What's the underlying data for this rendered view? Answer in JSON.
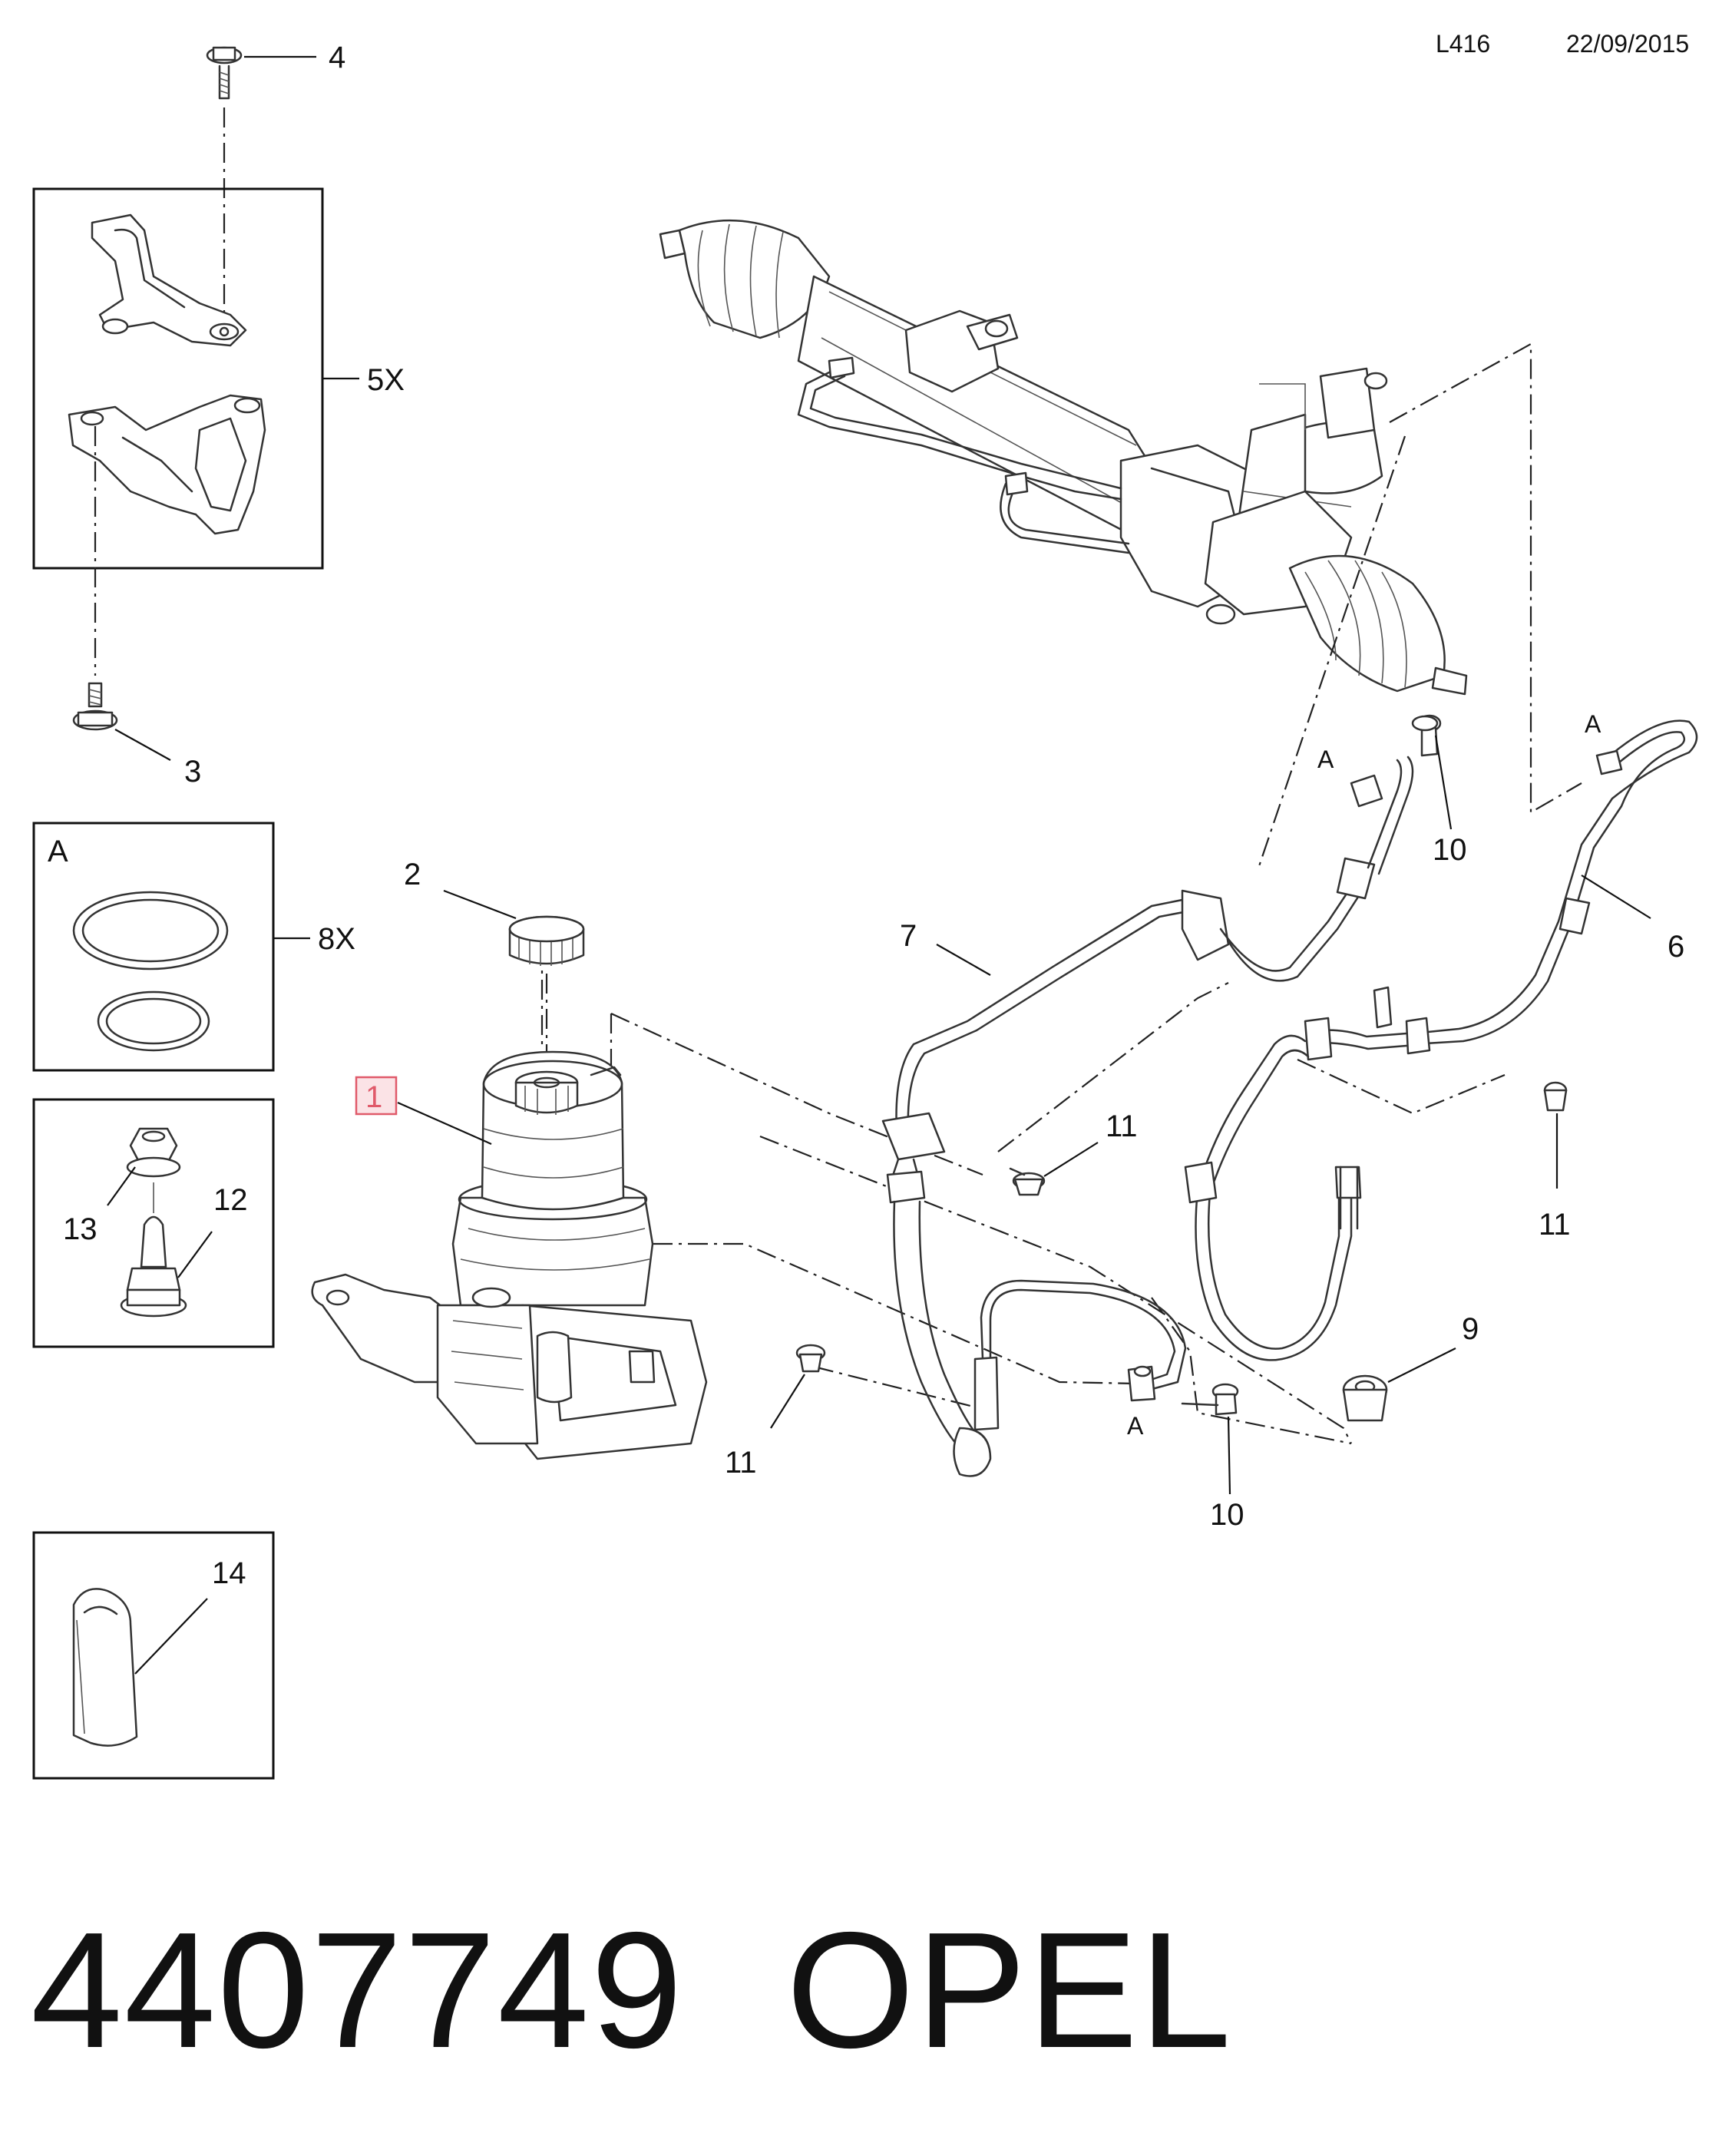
{
  "header": {
    "code": "L416",
    "date": "22/09/2015"
  },
  "callouts": {
    "c1": "1",
    "c2": "2",
    "c3": "3",
    "c4": "4",
    "c5x": "5X",
    "c6": "6",
    "c7": "7",
    "c8x": "8X",
    "c9": "9",
    "c10a": "10",
    "c10b": "10",
    "c11a": "11",
    "c11b": "11",
    "c11c": "11",
    "c12": "12",
    "c13": "13",
    "c14": "14"
  },
  "markers": {
    "a_box": "A",
    "a_joint1": "A",
    "a_joint2": "A",
    "a_joint3": "A"
  },
  "footer": {
    "part_number": "4407749",
    "brand": "OPEL"
  },
  "colors": {
    "highlight_callout": "#e05a6a",
    "highlight_fill": "#fbe3e6"
  }
}
